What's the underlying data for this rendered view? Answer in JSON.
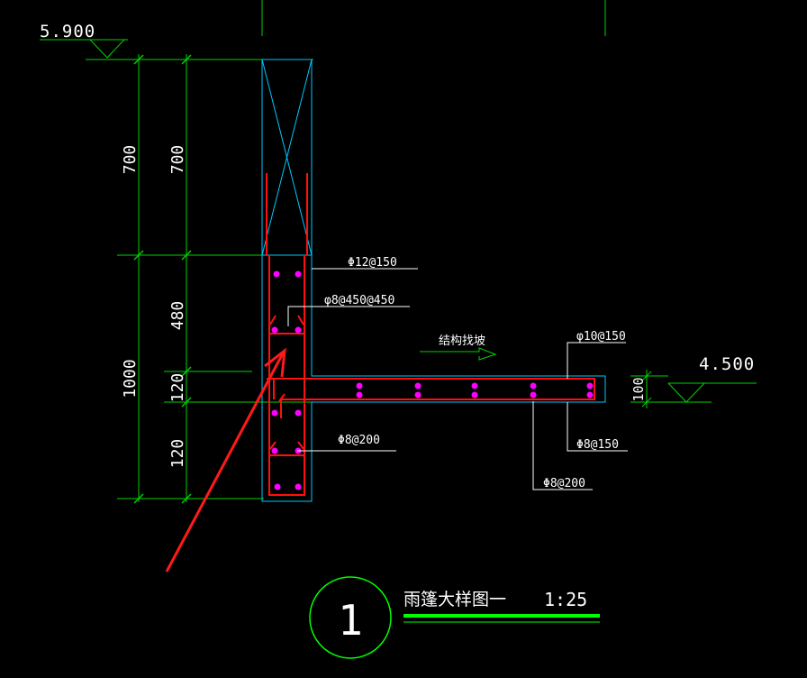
{
  "drawing": {
    "elevations": {
      "top": "5.900",
      "slab": "4.500"
    },
    "dimensions": {
      "left_outer": [
        "700",
        "1000"
      ],
      "left_inner": [
        "700",
        "480",
        "120",
        "120"
      ],
      "slab_thickness": "100"
    },
    "rebar_labels": {
      "beam_top": "Φ12@150",
      "beam_stirrup": "φ8@450@450",
      "slab_top": "φ10@150",
      "slab_dist": "Φ8@150",
      "beam_bottom": "Φ8@200",
      "slab_bottom": "Φ8@200"
    },
    "slope_note": "结构找坡",
    "detail": {
      "number": "1",
      "title": "雨篷大样图一",
      "scale": "1:25"
    },
    "colors": {
      "background": "#000000",
      "dimension": "#00d400",
      "concrete": "#00c8ff",
      "rebar": "#ff1010",
      "rebar_dot": "#ff00ff",
      "leader": "#ffffff",
      "title_bar": "#00ff00"
    }
  }
}
